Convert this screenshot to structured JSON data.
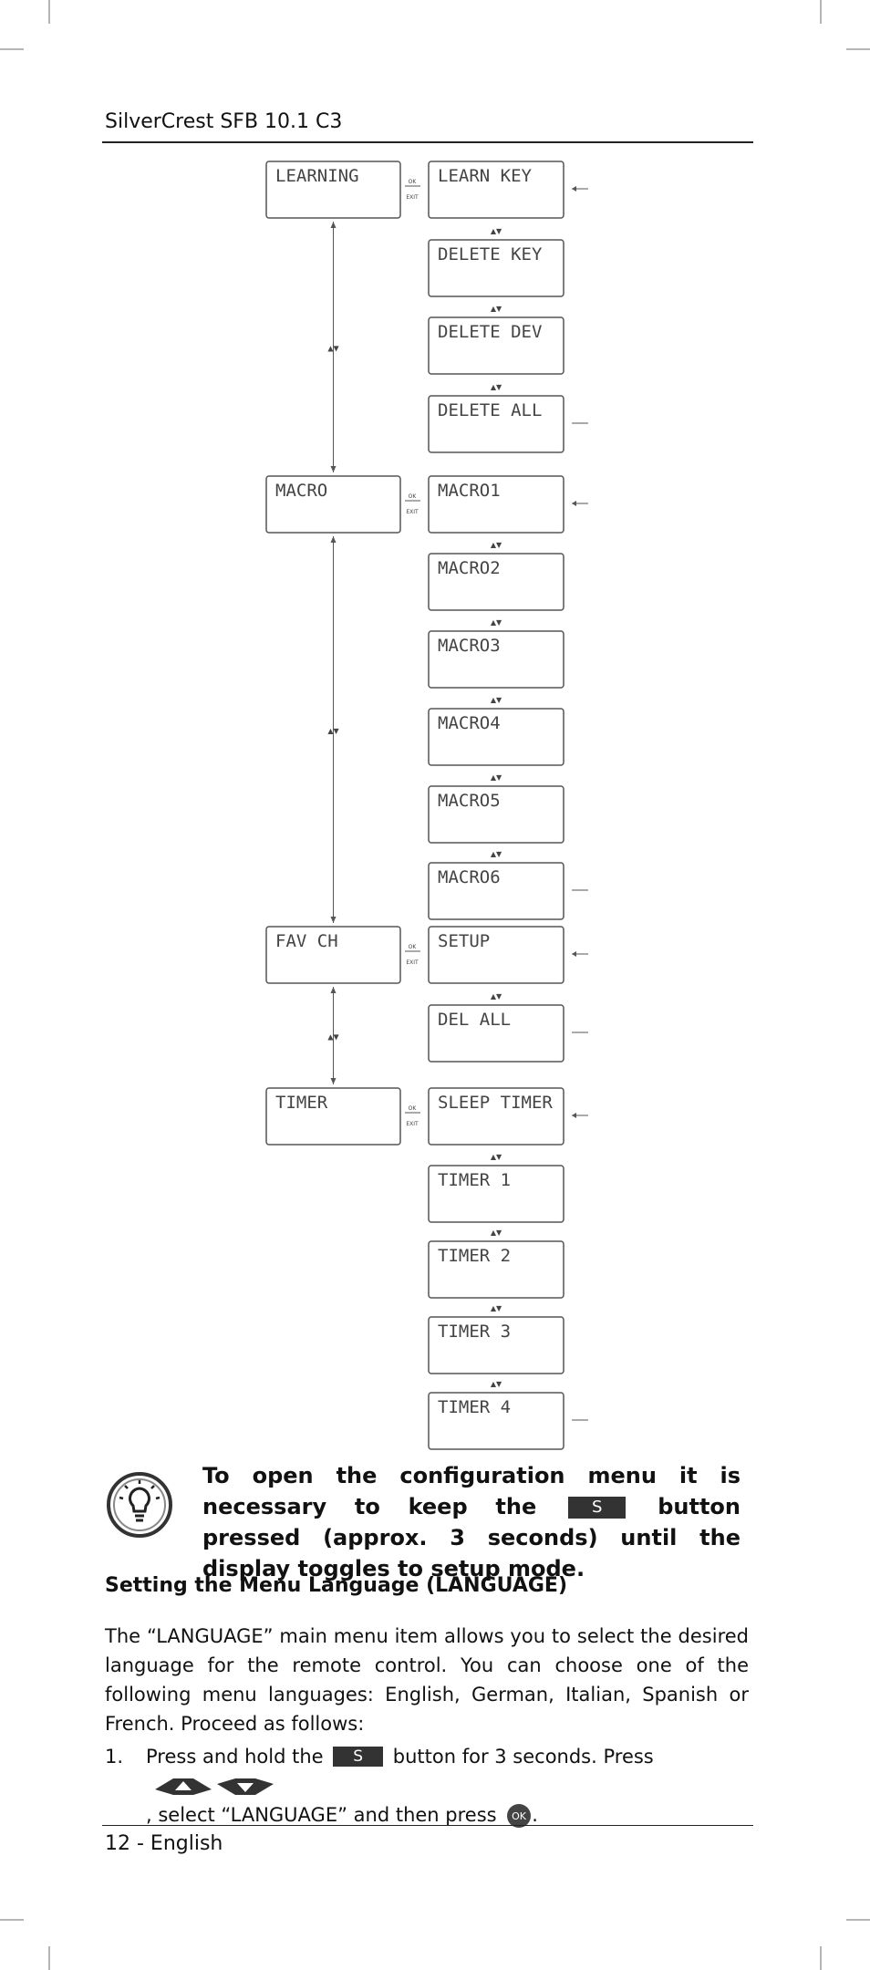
{
  "header": {
    "title": "SilverCrest SFB 10.1 C3"
  },
  "diagram": {
    "ok_label": "OK",
    "exit_label": "EXIT",
    "nav_arrows": "▲▼",
    "groups": [
      {
        "main": "LEARNING",
        "subs": [
          "LEARN KEY",
          "DELETE KEY",
          "DELETE DEV",
          "DELETE ALL"
        ]
      },
      {
        "main": "MACRO",
        "subs": [
          "MACRO1",
          "MACRO2",
          "MACRO3",
          "MACRO4",
          "MACRO5",
          "MACRO6"
        ]
      },
      {
        "main": "FAV CH",
        "subs": [
          "SETUP",
          "DEL ALL"
        ]
      },
      {
        "main": "TIMER",
        "subs": [
          "SLEEP TIMER",
          "TIMER 1",
          "TIMER 2",
          "TIMER 3",
          "TIMER 4"
        ]
      }
    ]
  },
  "note": {
    "part1": "To open the configuration menu it is necessary to keep the",
    "button_label": "S",
    "part2": "button pressed (approx. 3 seconds) until the display toggles to setup mode.",
    "icon": "lightbulb-icon"
  },
  "section": {
    "title": "Setting the Menu Language (LANGUAGE)",
    "paragraph": "The “LANGUAGE” main menu item allows you to select the desired language for the remote control. You can choose one of the following menu languages: English, German, Italian, Spanish or French. Proceed as follows:"
  },
  "steps": [
    {
      "number": "1.",
      "part1": "Press and hold the",
      "button_label": "S",
      "part2": "button for 3 seconds. Press",
      "part3": ", select “LANGUAGE” and then press",
      "part4": ".",
      "nav_icon": "up-down-buttons-icon",
      "ok_icon": "ok-button-icon",
      "ok_label": "OK"
    }
  ],
  "footer": {
    "page": "12 - English"
  }
}
